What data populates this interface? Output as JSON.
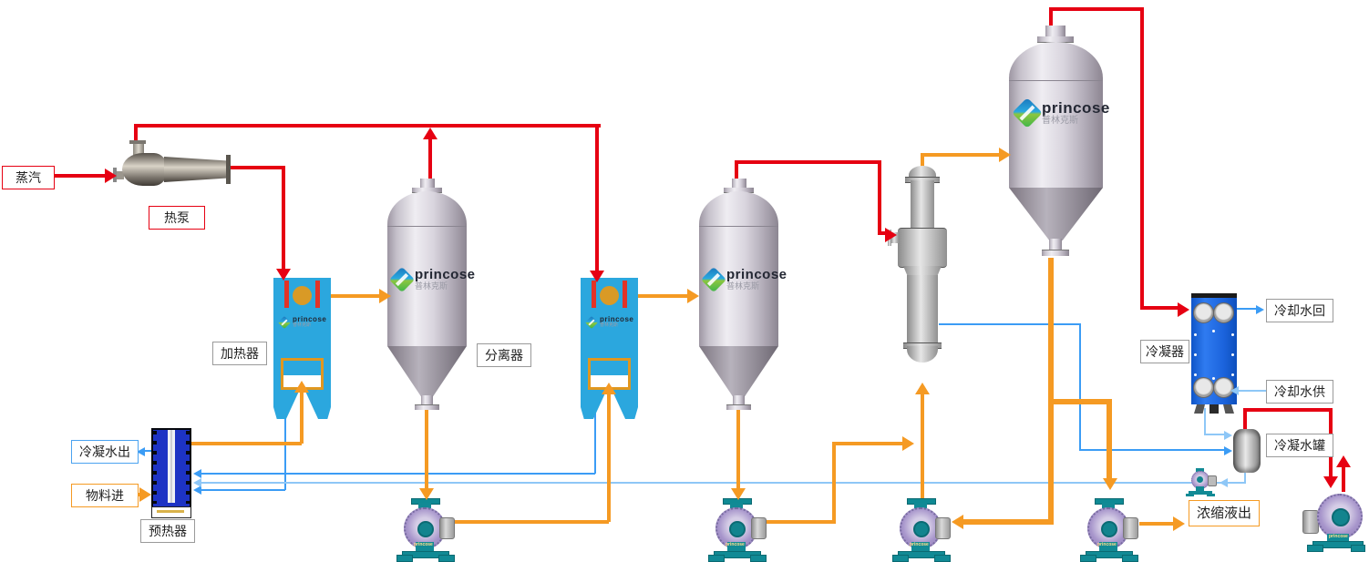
{
  "labels": {
    "steam": "蒸汽",
    "heat_pump": "热泵",
    "heater": "加热器",
    "separator": "分离器",
    "preheater": "预热器",
    "condensate_out": "冷凝水出",
    "material_in": "物料进",
    "condenser": "冷凝器",
    "cooling_water_return": "冷却水回",
    "cooling_water_supply": "冷却水供",
    "condensate_tank": "冷凝水罐",
    "concentrate_out": "浓缩液出"
  },
  "brand": {
    "en": "princose",
    "cn": "普林克斯"
  },
  "colors": {
    "steam_vapor_line": "#e60012",
    "material_line": "#f59a23",
    "condensate_line": "#3b9cf5",
    "condensate_line_light": "#8ec7f7",
    "heater_vessel": "#2ba7de",
    "preheater_vessel": "#1d33c4",
    "condenser_vessel": "#1c64dd",
    "pump_body": "#118a95",
    "pump_volute": "#a795cb"
  }
}
